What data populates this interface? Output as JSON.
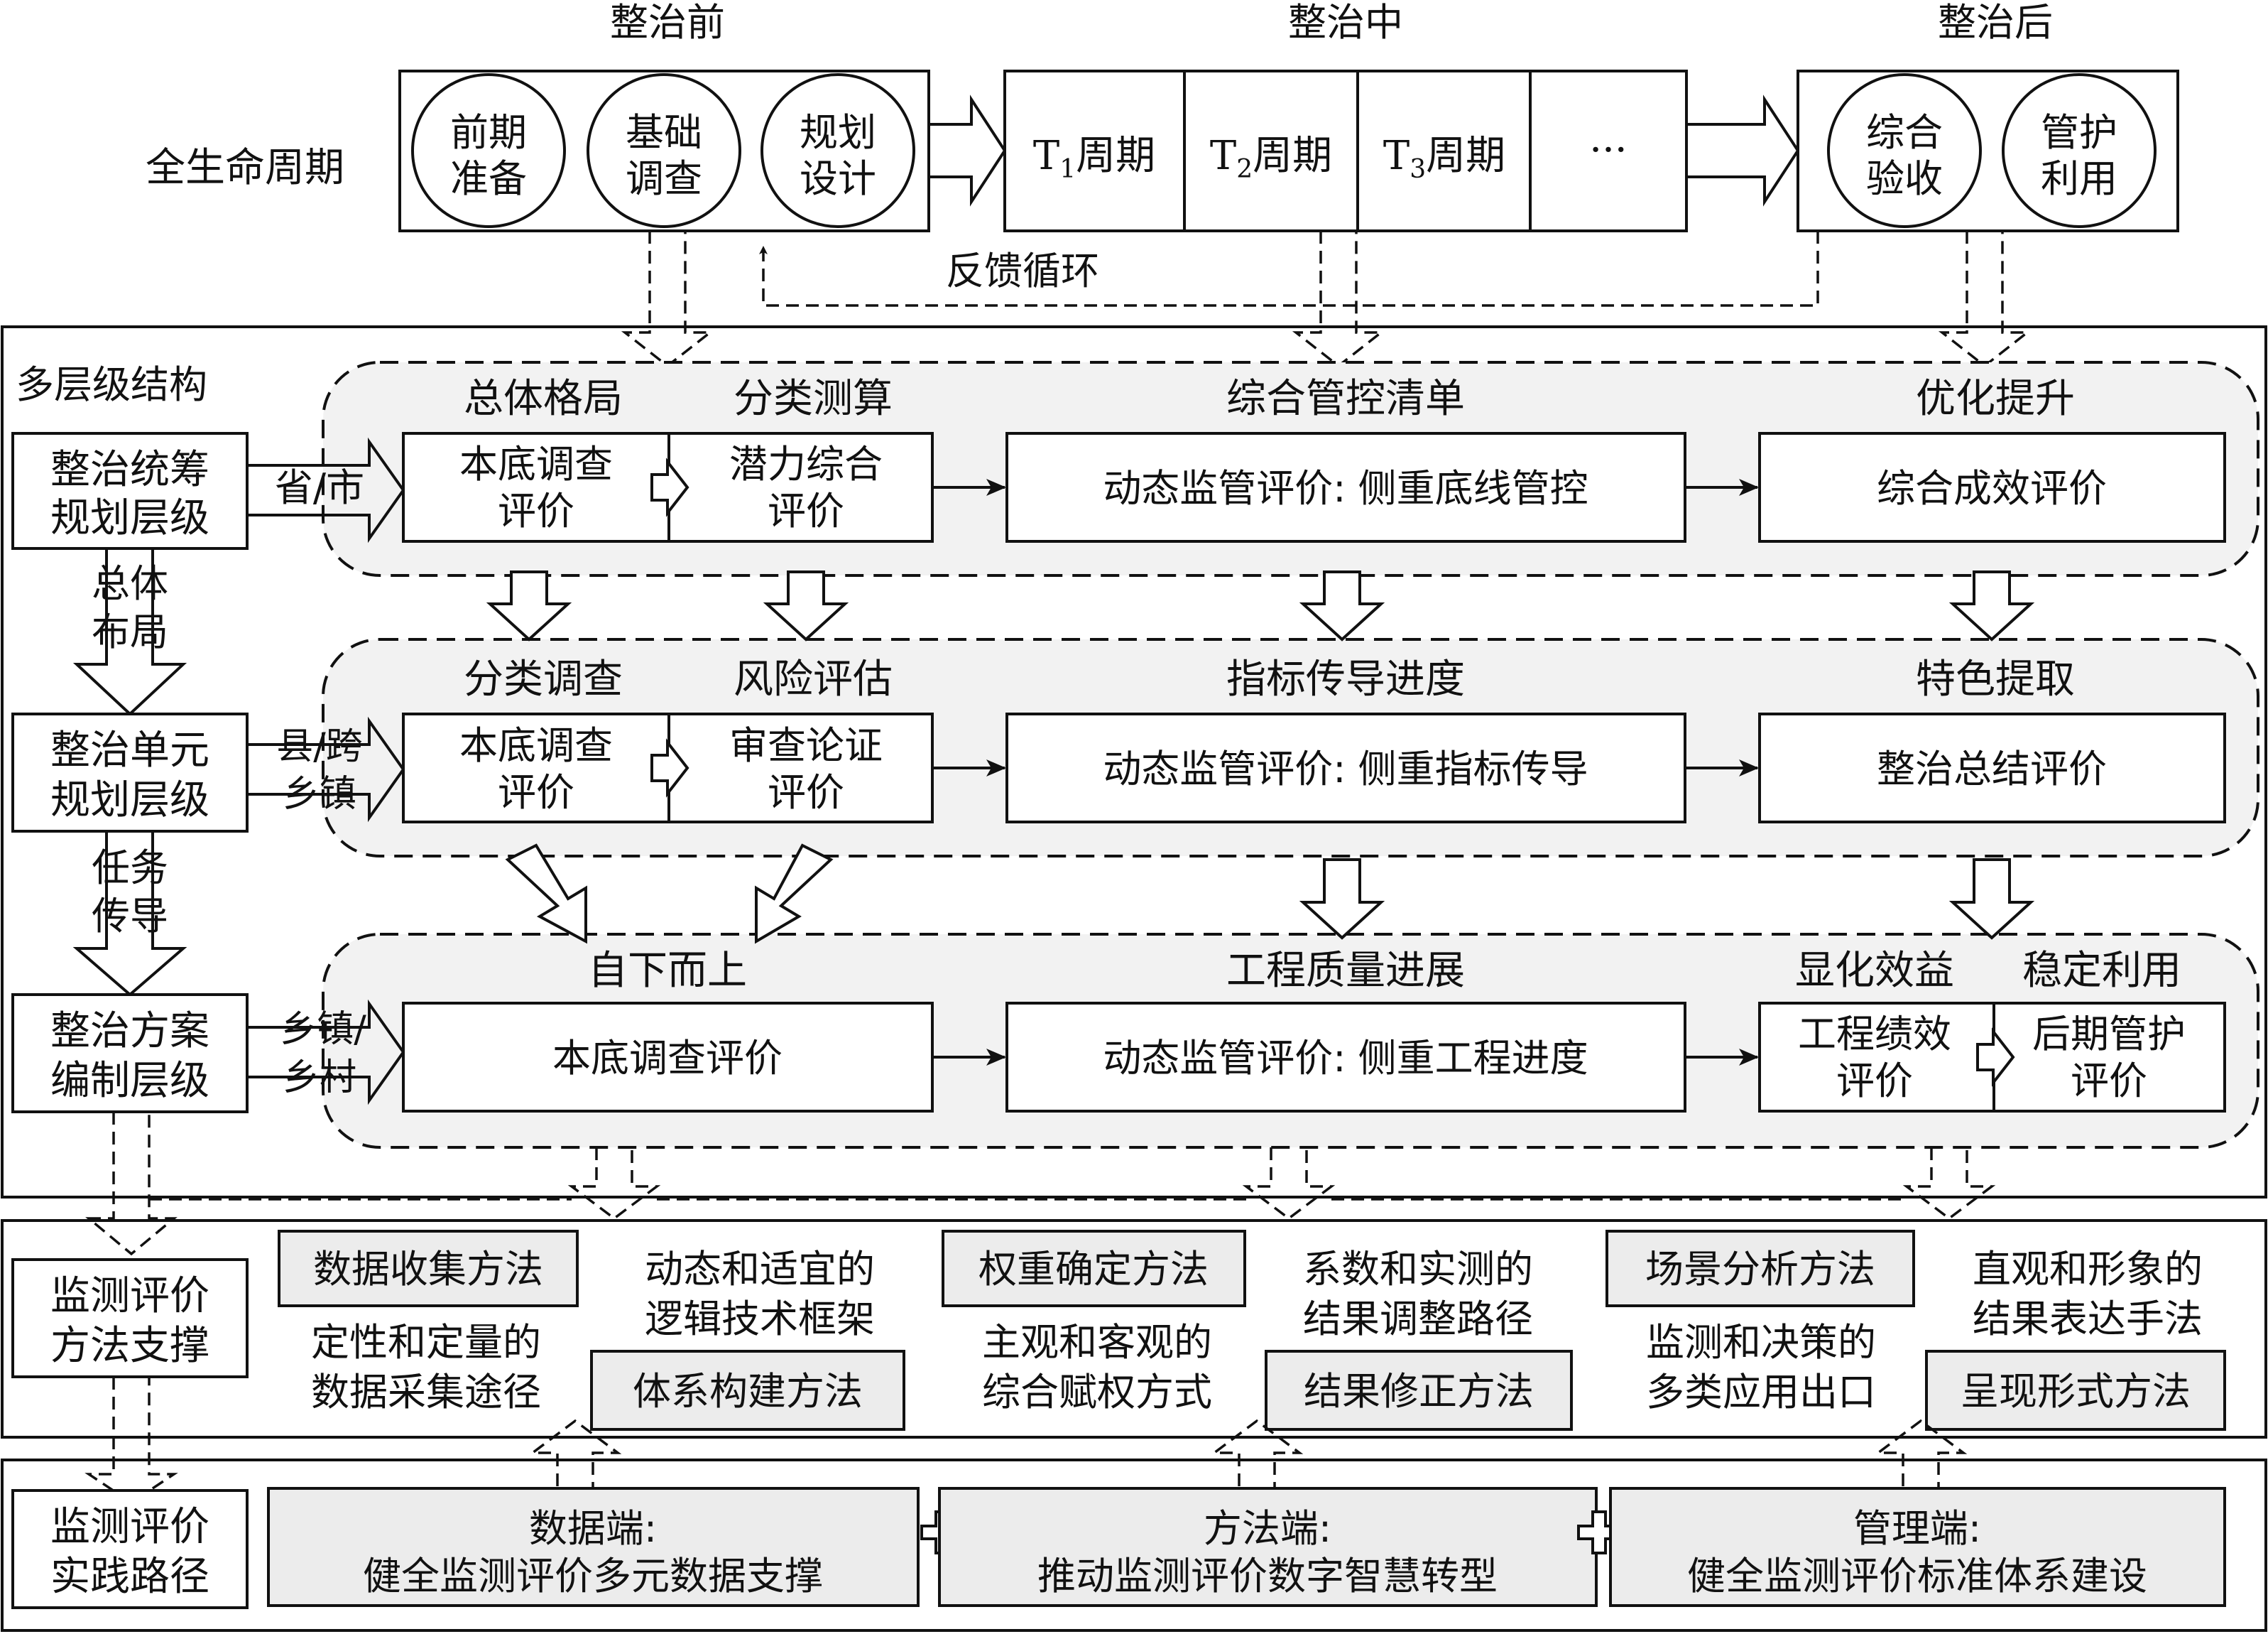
{
  "phases": {
    "before": "整治前",
    "during": "整治中",
    "after": "整治后"
  },
  "lifecycle": {
    "label": "全生命周期",
    "before_circles": [
      [
        "前期",
        "准备"
      ],
      [
        "基础",
        "调查"
      ],
      [
        "规划",
        "设计"
      ]
    ],
    "periods": [
      {
        "base": "T",
        "sub": "1",
        "suffix": "周期"
      },
      {
        "base": "T",
        "sub": "2",
        "suffix": "周期"
      },
      {
        "base": "T",
        "sub": "3",
        "suffix": "周期"
      }
    ],
    "ellipsis": "···",
    "after_circles": [
      [
        "综合",
        "验收"
      ],
      [
        "管护",
        "利用"
      ]
    ],
    "feedback": "反馈循环"
  },
  "multilevel": {
    "title": "多层级结构",
    "levels": [
      {
        "name": [
          "整治统筹",
          "规划层级"
        ],
        "scope": [
          "省/市"
        ],
        "headers": [
          "总体格局",
          "分类测算",
          "综合管控清单",
          "优化提升"
        ],
        "box1": [
          "本底调查",
          "评价"
        ],
        "box2": [
          "潜力综合",
          "评价"
        ],
        "dynamic": "动态监管评价: 侧重底线管控",
        "final": "综合成效评价"
      },
      {
        "name": [
          "整治单元",
          "规划层级"
        ],
        "scope": [
          "县/跨",
          "乡镇"
        ],
        "headers": [
          "分类调查",
          "风险评估",
          "指标传导进度",
          "特色提取"
        ],
        "box1": [
          "本底调查",
          "评价"
        ],
        "box2": [
          "审查论证",
          "评价"
        ],
        "dynamic": "动态监管评价: 侧重指标传导",
        "final": "整治总结评价"
      },
      {
        "name": [
          "整治方案",
          "编制层级"
        ],
        "scope": [
          "乡镇/",
          "乡村"
        ],
        "headers": [
          "自下而上",
          "工程质量进展",
          "显化效益",
          "稳定利用"
        ],
        "box1": "本底调查评价",
        "dynamic": "动态监管评价: 侧重工程进度",
        "final1": [
          "工程绩效",
          "评价"
        ],
        "final2": [
          "后期管护",
          "评价"
        ]
      }
    ],
    "between": [
      [
        "总体",
        "布局"
      ],
      [
        "任务",
        "传导"
      ]
    ]
  },
  "methods": {
    "label": [
      "监测评价",
      "方法支撑"
    ],
    "items": [
      {
        "name": "数据收集方法",
        "desc": [
          "定性和定量的",
          "数据采集途径"
        ]
      },
      {
        "name": "体系构建方法",
        "desc": [
          "动态和适宜的",
          "逻辑技术框架"
        ]
      },
      {
        "name": "权重确定方法",
        "desc": [
          "主观和客观的",
          "综合赋权方式"
        ]
      },
      {
        "name": "结果修正方法",
        "desc": [
          "系数和实测的",
          "结果调整路径"
        ]
      },
      {
        "name": "场景分析方法",
        "desc": [
          "监测和决策的",
          "多类应用出口"
        ]
      },
      {
        "name": "呈现形式方法",
        "desc": [
          "直观和形象的",
          "结果表达手法"
        ]
      }
    ]
  },
  "practice": {
    "label": [
      "监测评价",
      "实践路径"
    ],
    "items": [
      {
        "title": "数据端:",
        "body": "健全监测评价多元数据支撑"
      },
      {
        "title": "方法端:",
        "body": "推动监测评价数字智慧转型"
      },
      {
        "title": "管理端:",
        "body": "健全监测评价标准体系建设"
      }
    ]
  }
}
